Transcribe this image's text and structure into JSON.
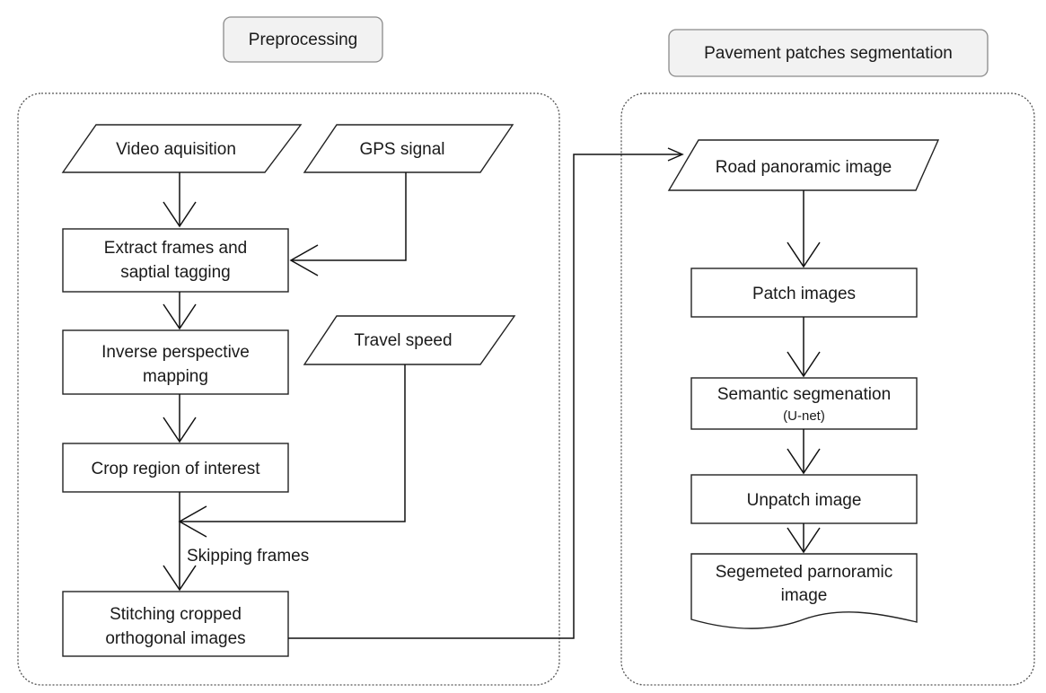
{
  "sections": {
    "preprocessing": "Preprocessing",
    "segmentation": "Pavement patches segmentation"
  },
  "preprocessing_nodes": {
    "video": "Video aquisition",
    "gps": "GPS signal",
    "extract_line1": "Extract frames and",
    "extract_line2": "saptial tagging",
    "inverse_line1": "Inverse perspective",
    "inverse_line2": "mapping",
    "travel_speed": "Travel speed",
    "crop": "Crop region of interest",
    "skipping": "Skipping frames",
    "stitch_line1": "Stitching cropped",
    "stitch_line2": "orthogonal images"
  },
  "segmentation_nodes": {
    "road_panoramic": "Road panoramic image",
    "patch": "Patch images",
    "semantic_line1": "Semantic segmenation",
    "semantic_line2": "(U-net)",
    "unpatch": "Unpatch image",
    "segmented_line1": "Segemeted parnoramic",
    "segmented_line2": "image"
  }
}
